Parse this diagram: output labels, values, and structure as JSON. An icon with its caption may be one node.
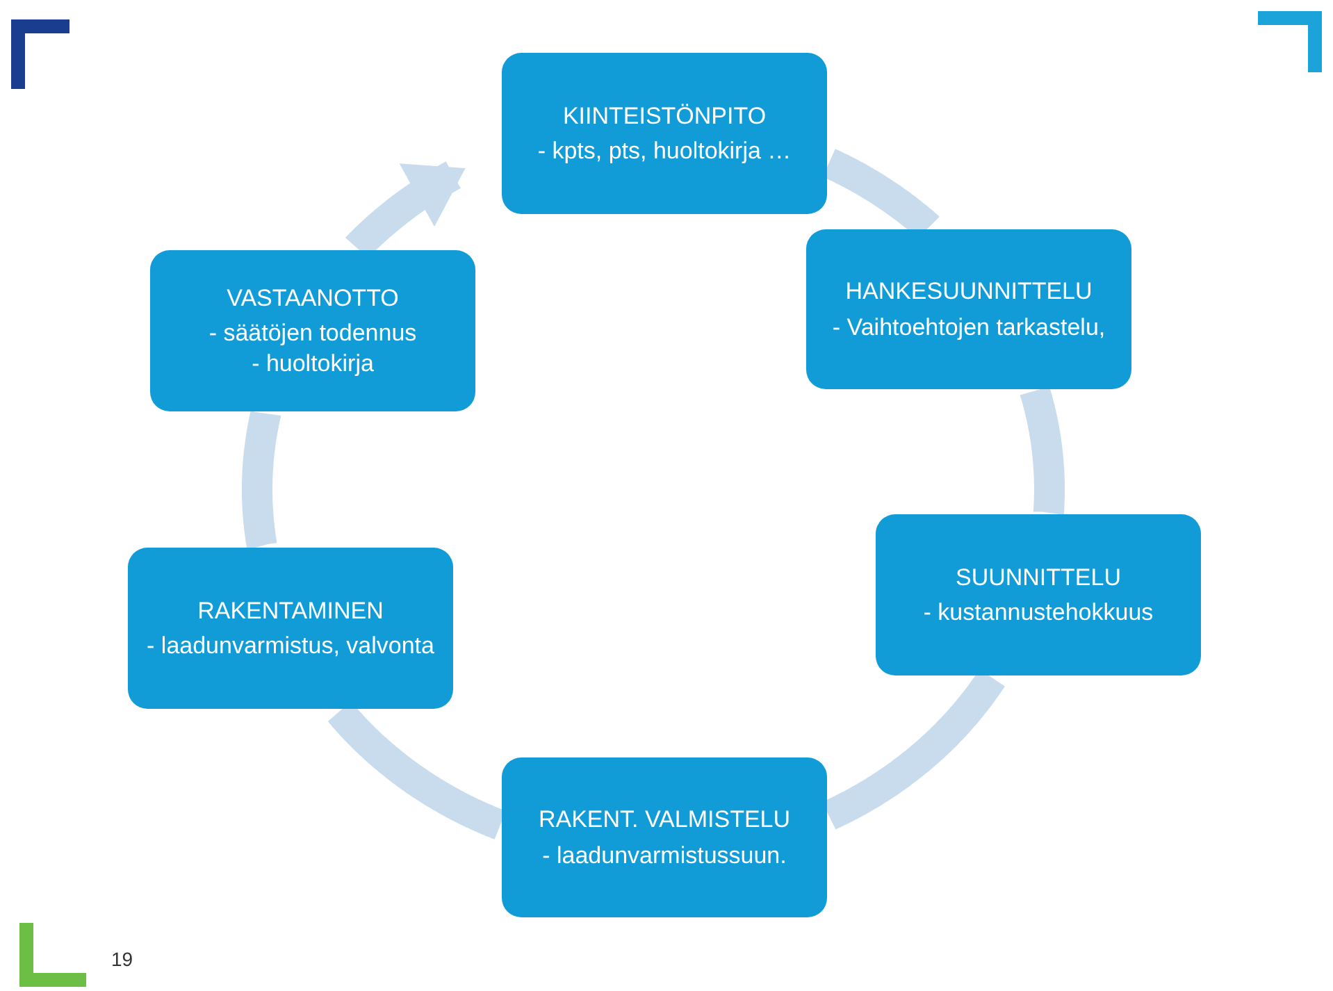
{
  "diagram": {
    "nodes": [
      {
        "text": [
          "KIINTEISTÖNPITO",
          "- kpts, pts, huoltokirja …"
        ]
      },
      {
        "text": [
          "VASTAANOTTO",
          "- säätöjen todennus",
          "- huoltokirja"
        ]
      },
      {
        "text": [
          "HANKESUUNNITTELU",
          "- Vaihtoehtojen tarkastelu,"
        ]
      },
      {
        "text": [
          "RAKENTAMINEN",
          "- laadunvarmistus, valvonta"
        ]
      },
      {
        "text": [
          "SUUNNITTELU",
          "- kustannustehokkuus"
        ]
      },
      {
        "text": [
          "RAKENT. VALMISTELU",
          "- laadunvarmistussuun."
        ]
      }
    ],
    "edges": [
      {
        "from": 0,
        "to": 2,
        "arrow": "none"
      },
      {
        "from": 2,
        "to": 4,
        "arrow": "none"
      },
      {
        "from": 4,
        "to": 5,
        "arrow": "none"
      },
      {
        "from": 5,
        "to": 3,
        "arrow": "none"
      },
      {
        "from": 3,
        "to": 1,
        "arrow": "none"
      },
      {
        "from": 1,
        "to": 0,
        "arrow": "to"
      }
    ],
    "labels": [
      "19"
    ]
  }
}
